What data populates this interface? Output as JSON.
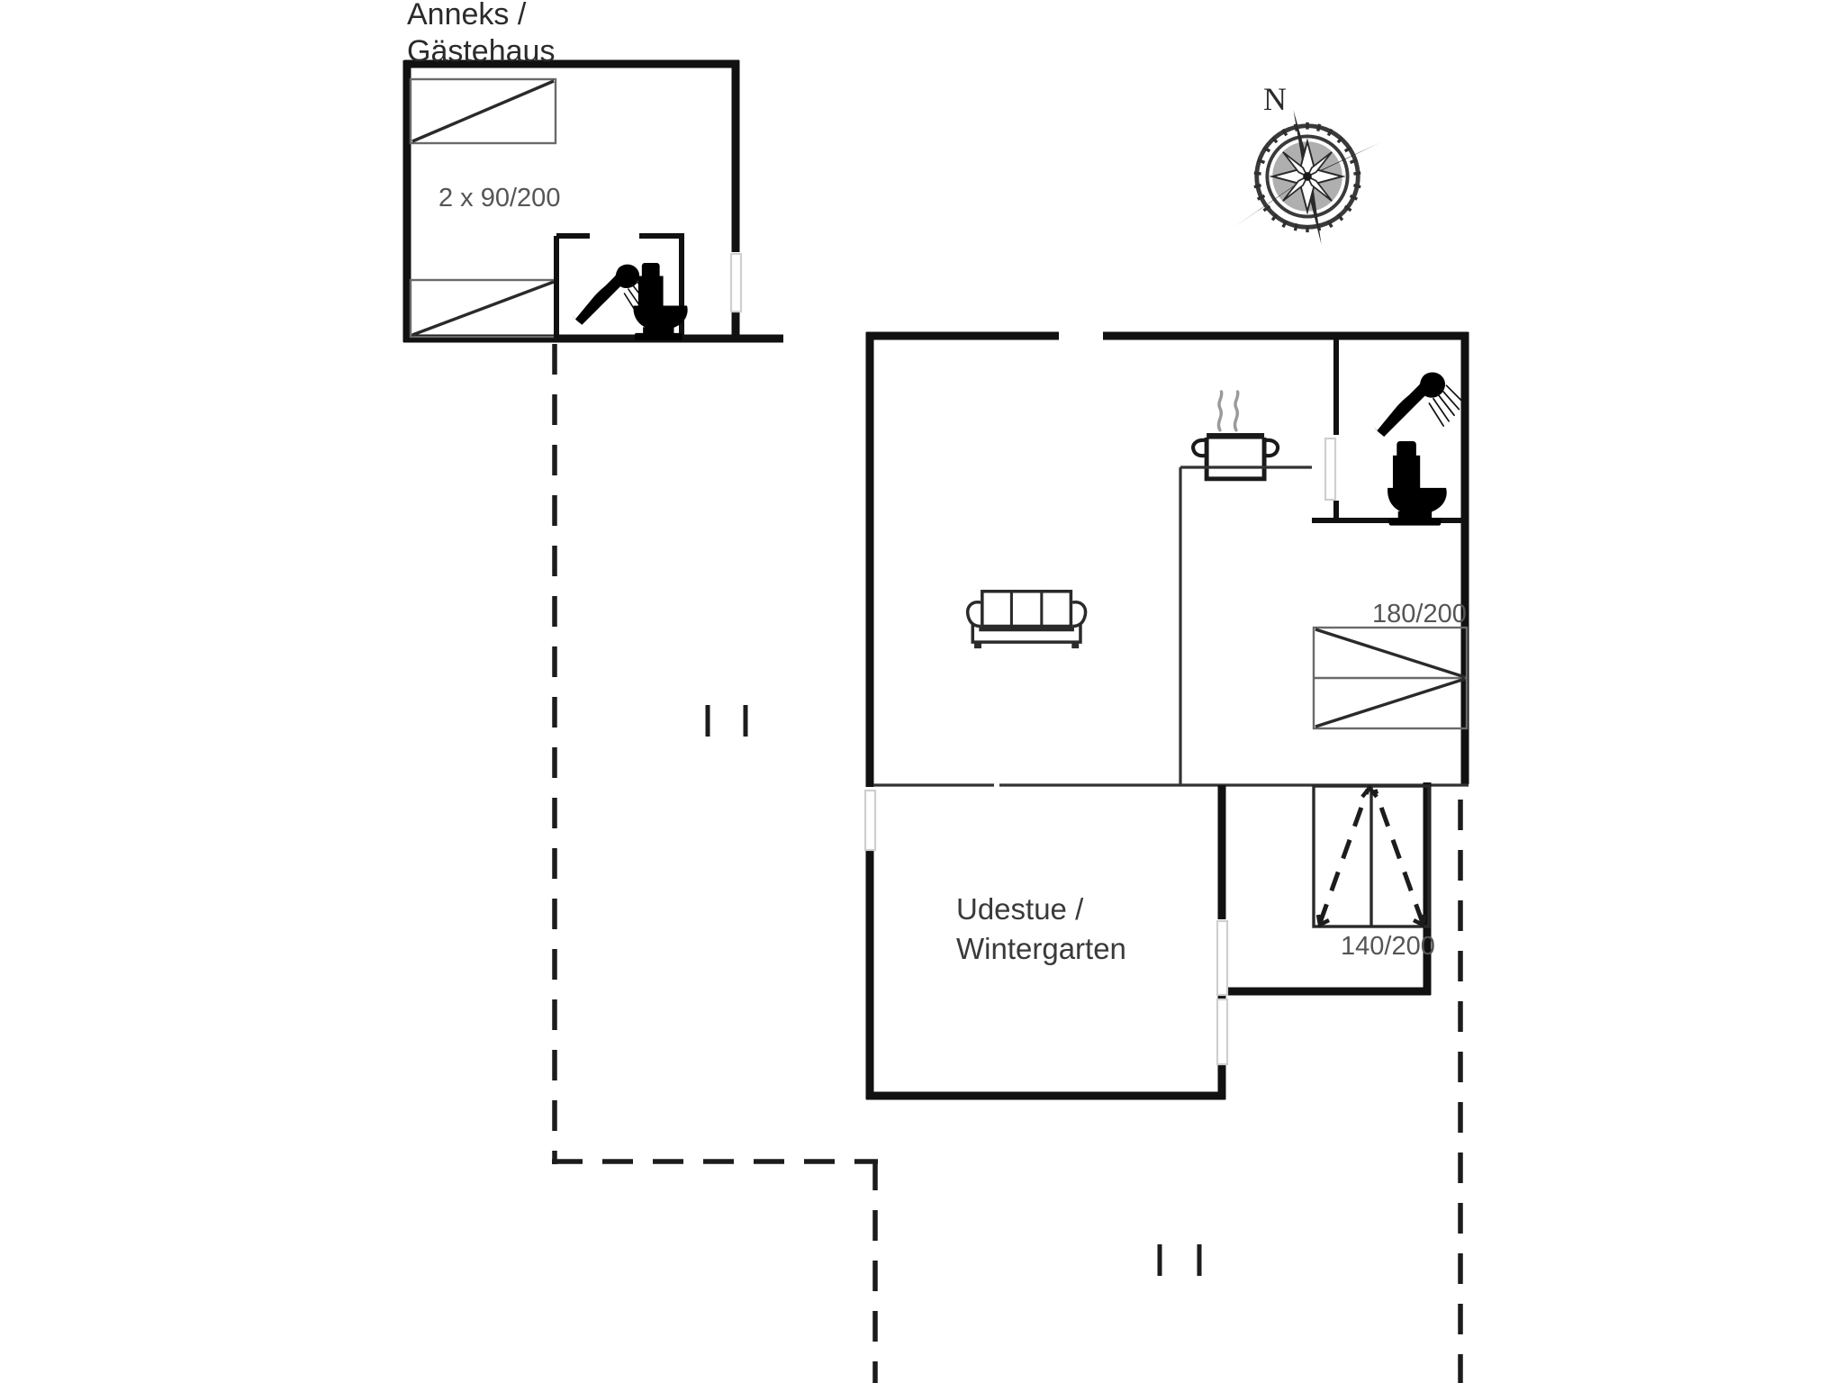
{
  "page": {
    "kind": "architectural-floor-plan",
    "background_color": "#ffffff",
    "line_color": "#111111"
  },
  "annex": {
    "title_line1": "Anneks /",
    "title_line2": "Gästehaus",
    "bed_label": "2 x 90/200",
    "icons": {
      "shower": "shower-icon",
      "toilet": "toilet-icon"
    }
  },
  "compass": {
    "north_label": "N",
    "icon": "compass-rose-icon"
  },
  "main_house": {
    "kitchen_icon": "cooking-pot-icon",
    "bathroom_icons": {
      "shower": "shower-icon",
      "toilet": "toilet-icon"
    },
    "living_icon": "sofa-icon",
    "bedroom_1_label": "180/200",
    "bedroom_2_label": "140/200",
    "wintergarden_line1": "Udestue /",
    "wintergarden_line2": "Wintergarten"
  },
  "terrace": {
    "boundary_style": "dashed"
  }
}
